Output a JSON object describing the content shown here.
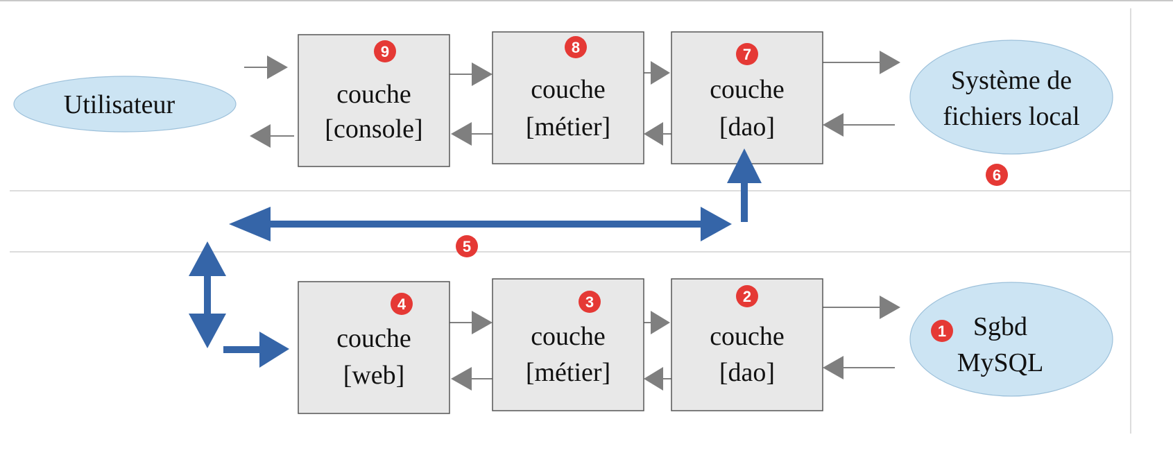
{
  "user": {
    "label": "Utilisateur"
  },
  "top_row": {
    "console": {
      "line1": "couche",
      "line2": "[console]",
      "badge": "9"
    },
    "metier": {
      "line1": "couche",
      "line2": "[métier]",
      "badge": "8"
    },
    "dao": {
      "line1": "couche",
      "line2": "[dao]",
      "badge": "7"
    },
    "storage": {
      "line1": "Système de",
      "line2": "fichiers local",
      "badge": "6"
    }
  },
  "middle": {
    "link_badge": "5"
  },
  "bottom_row": {
    "web": {
      "line1": "couche",
      "line2": "[web]",
      "badge": "4"
    },
    "metier": {
      "line1": "couche",
      "line2": "[métier]",
      "badge": "3"
    },
    "dao": {
      "line1": "couche",
      "line2": "[dao]",
      "badge": "2"
    },
    "storage": {
      "line1": "Sgbd",
      "line2": "MySQL",
      "badge": "1"
    }
  },
  "colors": {
    "box_fill": "#e8e8e8",
    "ellipse_fill": "#cce4f3",
    "arrow_gray": "#7f7f7f",
    "arrow_blue": "#3565a8",
    "badge_red": "#e53935"
  }
}
